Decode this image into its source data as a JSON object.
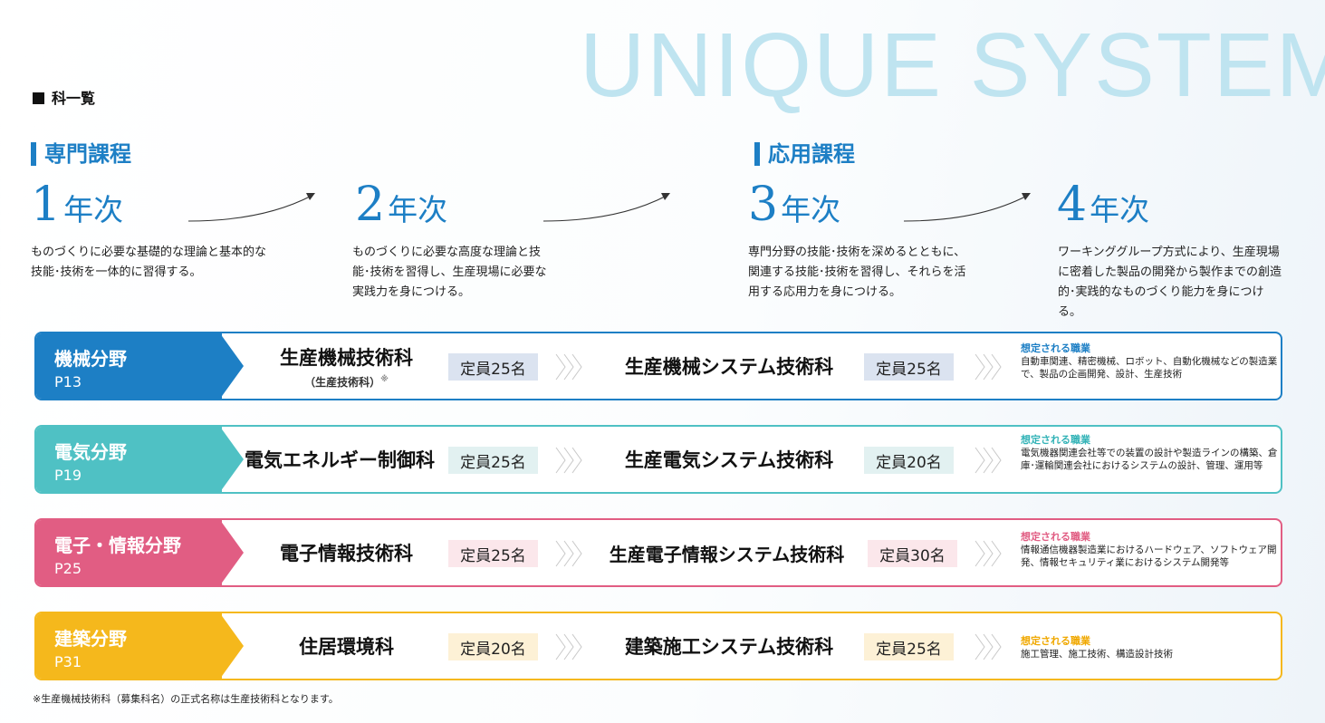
{
  "hero_text": "UNIQUE SYSTEM",
  "page_heading": "科一覧",
  "courses": {
    "specialist": "専門課程",
    "applied": "応用課程"
  },
  "years": [
    {
      "num": "1",
      "suffix": "年次",
      "desc": "ものづくりに必要な基礎的な理論と基本的な技能･技術を一体的に習得する。"
    },
    {
      "num": "2",
      "suffix": "年次",
      "desc": "ものづくりに必要な高度な理論と技能･技術を習得し、生産現場に必要な実践力を身につける。"
    },
    {
      "num": "3",
      "suffix": "年次",
      "desc": "専門分野の技能･技術を深めるとともに、関連する技能･技術を習得し、それらを活用する応用力を身につける。"
    },
    {
      "num": "4",
      "suffix": "年次",
      "desc": "ワーキンググループ方式により、生産現場に密着した製品の開発から製作までの創造的･実践的なものづくり能力を身につける。"
    }
  ],
  "fields": [
    {
      "name": "機械分野",
      "page": "P13",
      "color": "#1d7fc5",
      "cap_bg": "#dbe3f0",
      "dept1": "生産機械技術科",
      "dept1_sub": "（生産技術科）",
      "dept1_note": "※",
      "cap1": "定員25名",
      "dept2": "生産機械システム技術科",
      "cap2": "定員25名",
      "jobs_title": "想定される職業",
      "jobs": "自動車関連、精密機械、ロボット、自動化機械などの製造業で、製品の企画開発、設計、生産技術"
    },
    {
      "name": "電気分野",
      "page": "P19",
      "color": "#4fc1c4",
      "cap_bg": "#e2f1f1",
      "dept1": "電気エネルギー制御科",
      "dept1_sub": "",
      "dept1_note": "",
      "cap1": "定員25名",
      "dept2": "生産電気システム技術科",
      "cap2": "定員20名",
      "jobs_title": "想定される職業",
      "jobs": "電気機器関連会社等での装置の設計や製造ラインの構築、倉庫･運輸関連会社におけるシステムの設計、管理、運用等"
    },
    {
      "name": "電子・情報分野",
      "page": "P25",
      "color": "#e15d83",
      "cap_bg": "#fbe7eb",
      "dept1": "電子情報技術科",
      "dept1_sub": "",
      "dept1_note": "",
      "cap1": "定員25名",
      "dept2": "生産電子情報システム技術科",
      "cap2": "定員30名",
      "jobs_title": "想定される職業",
      "jobs": "情報通信機器製造業におけるハードウェア、ソフトウェア開発、情報セキュリティ業におけるシステム開発等"
    },
    {
      "name": "建築分野",
      "page": "P31",
      "color": "#f5b81c",
      "cap_bg": "#fdf1d6",
      "dept1": "住居環境科",
      "dept1_sub": "",
      "dept1_note": "",
      "cap1": "定員20名",
      "dept2": "建築施工システム技術科",
      "cap2": "定員25名",
      "jobs_title": "想定される職業",
      "jobs": "施工管理、施工技術、構造設計技術"
    }
  ],
  "footnote": "※生産機械技術科（募集科名）の正式名称は生産技術科となります。"
}
